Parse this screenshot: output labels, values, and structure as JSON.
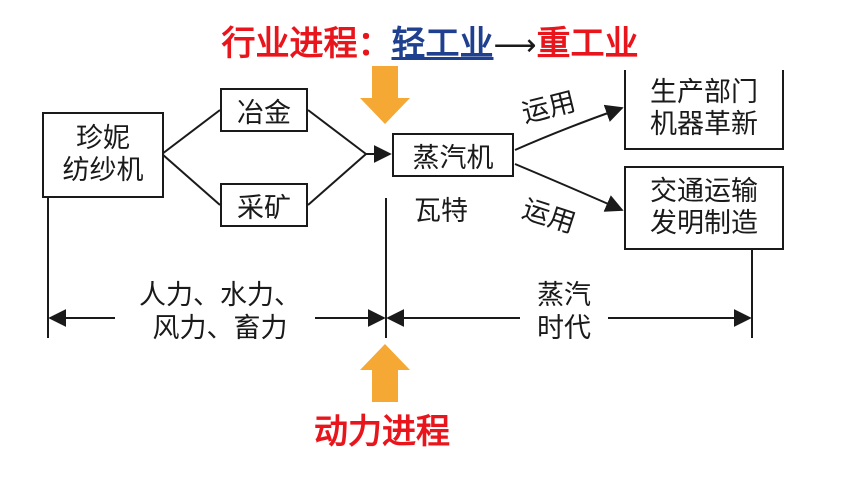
{
  "header": {
    "prefix": "行业进程：",
    "light": "轻工业",
    "arrow": "⟶",
    "heavy": "重工业"
  },
  "nodes": {
    "spinning_jenny": [
      "珍妮",
      "纺纱机"
    ],
    "smelting": "冶金",
    "mining": "采矿",
    "steam_engine": "蒸汽机",
    "watt": "瓦特",
    "production": [
      "生产部门",
      "机器革新"
    ],
    "transport": [
      "交通运输",
      "发明制造"
    ]
  },
  "edge_labels": {
    "apply_top": "运用",
    "apply_bottom": "运用"
  },
  "eras": {
    "left": [
      "人力、水力、",
      "风力、畜力"
    ],
    "right": [
      "蒸汽",
      "时代"
    ]
  },
  "footer": {
    "title": "动力进程"
  },
  "colors": {
    "accent_red": "#e8161c",
    "accent_blue": "#1f3f8f",
    "arrow_orange": "#f5a833",
    "line": "#1a1a1a"
  }
}
